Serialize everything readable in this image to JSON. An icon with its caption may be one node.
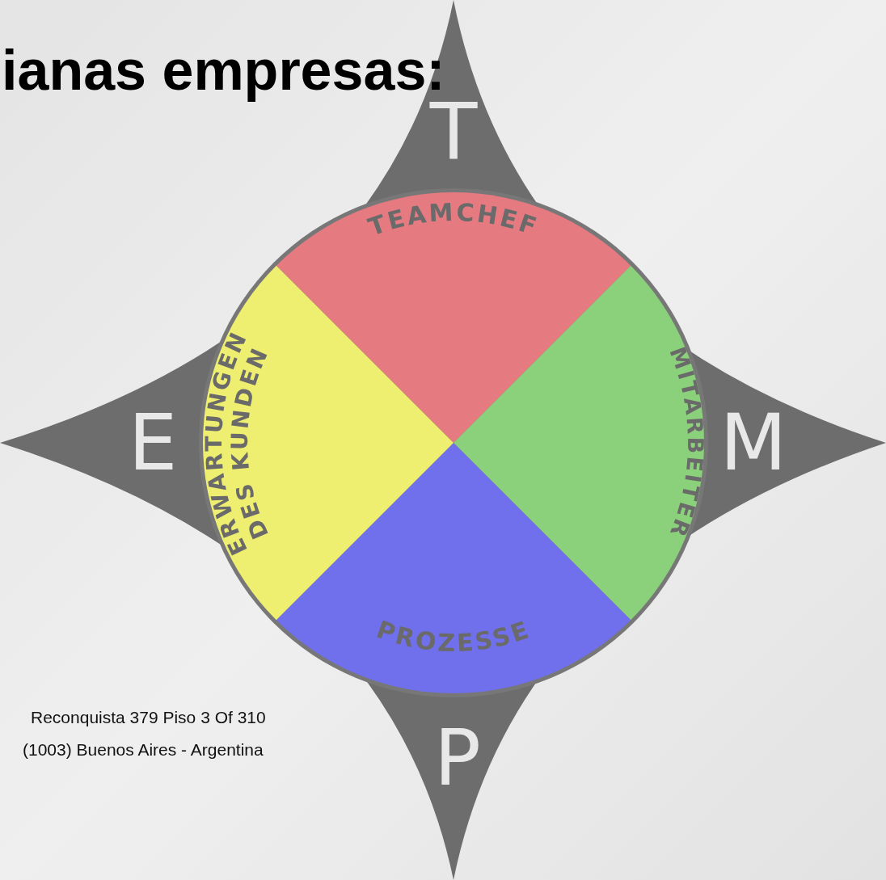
{
  "diagram": {
    "title": "ianas empresas:",
    "nodes": [
      {
        "text": [
          "TEAMCHEF"
        ]
      },
      {
        "text": [
          "MITARBEITER"
        ]
      },
      {
        "text": [
          "PROZESSE"
        ]
      },
      {
        "text": [
          "ERWARTUNGEN",
          "DES KUNDEN"
        ]
      }
    ],
    "edges": [],
    "labels": [
      "T",
      "E",
      "M",
      "Reconquista 379 Piso 3 Of 310",
      "(1003) Buenos Aires - Argentina",
      "P"
    ]
  }
}
